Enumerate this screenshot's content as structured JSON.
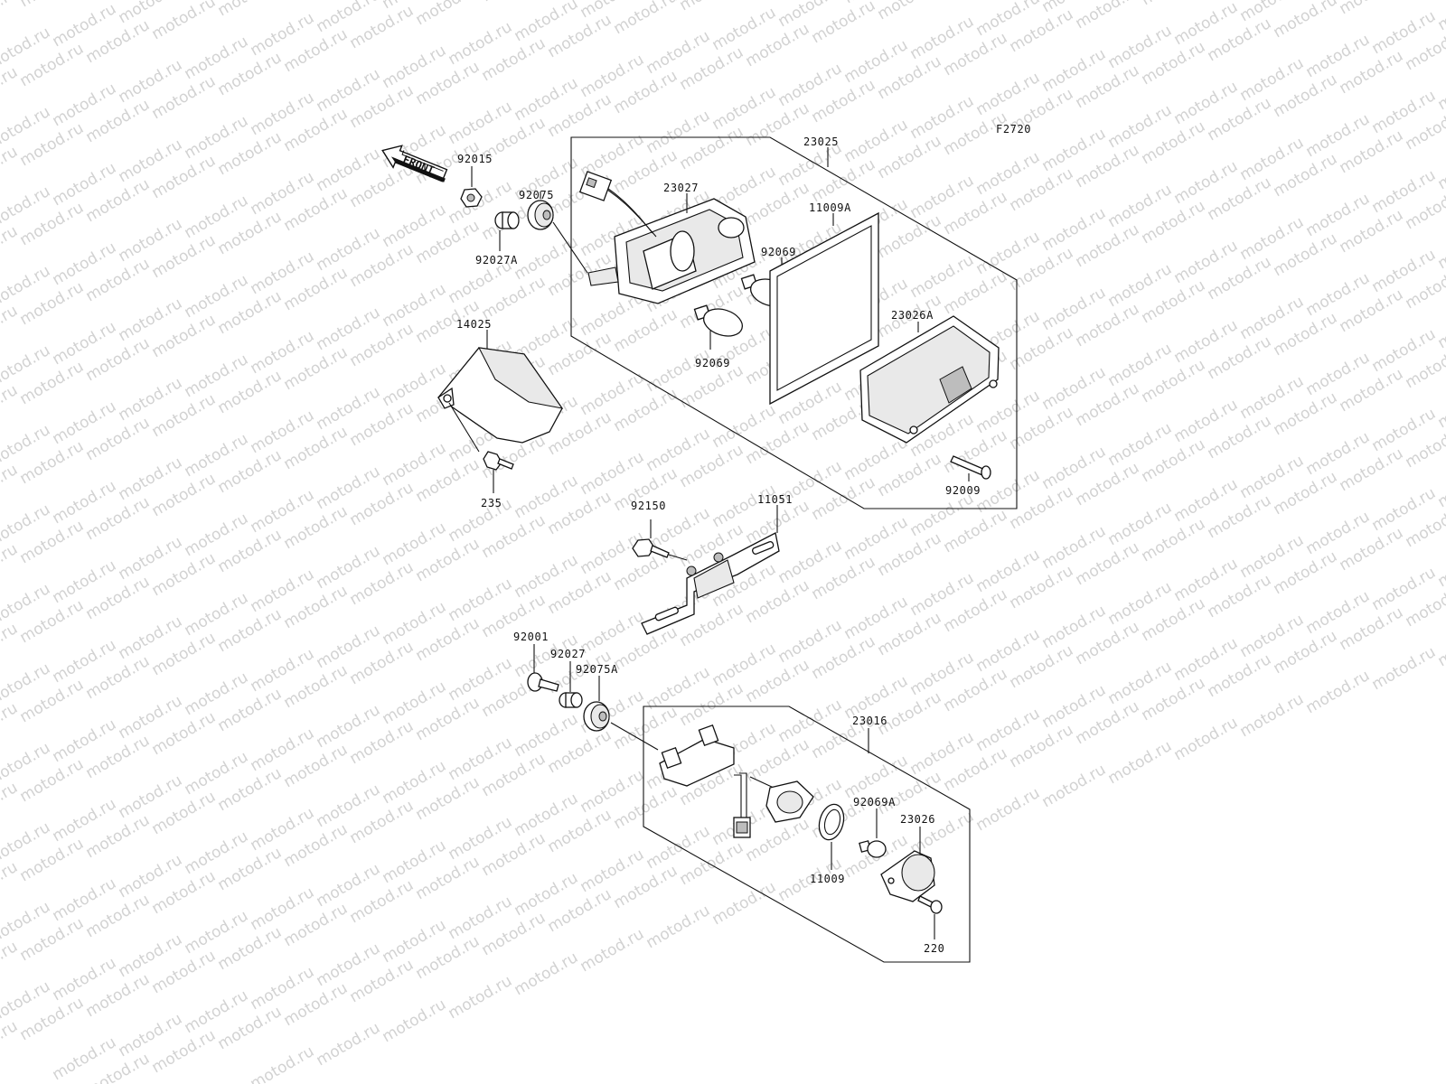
{
  "watermark": {
    "text": "motod.ru"
  },
  "figure_code": "F2720",
  "direction": {
    "label": "FRONT",
    "icon": "front-arrow-icon"
  },
  "assemblies": [
    {
      "id": "tail-lamp-assembly",
      "ref": "23025"
    },
    {
      "id": "license-lamp-assembly",
      "ref": "23016"
    }
  ],
  "part_labels": {
    "p23025": "23025",
    "p92015": "92015",
    "p92075": "92075",
    "p23027": "23027",
    "p92027A": "92027A",
    "p92069_top": "92069",
    "p11009A": "11009A",
    "p14025": "14025",
    "p23026A": "23026A",
    "p92069_bottom": "92069",
    "p235": "235",
    "p92009": "92009",
    "p92150": "92150",
    "p11051": "11051",
    "p92001": "92001",
    "p92027": "92027",
    "p92075A": "92075A",
    "p23016": "23016",
    "p92069A": "92069A",
    "p23026": "23026",
    "p11009": "11009",
    "p220": "220"
  }
}
